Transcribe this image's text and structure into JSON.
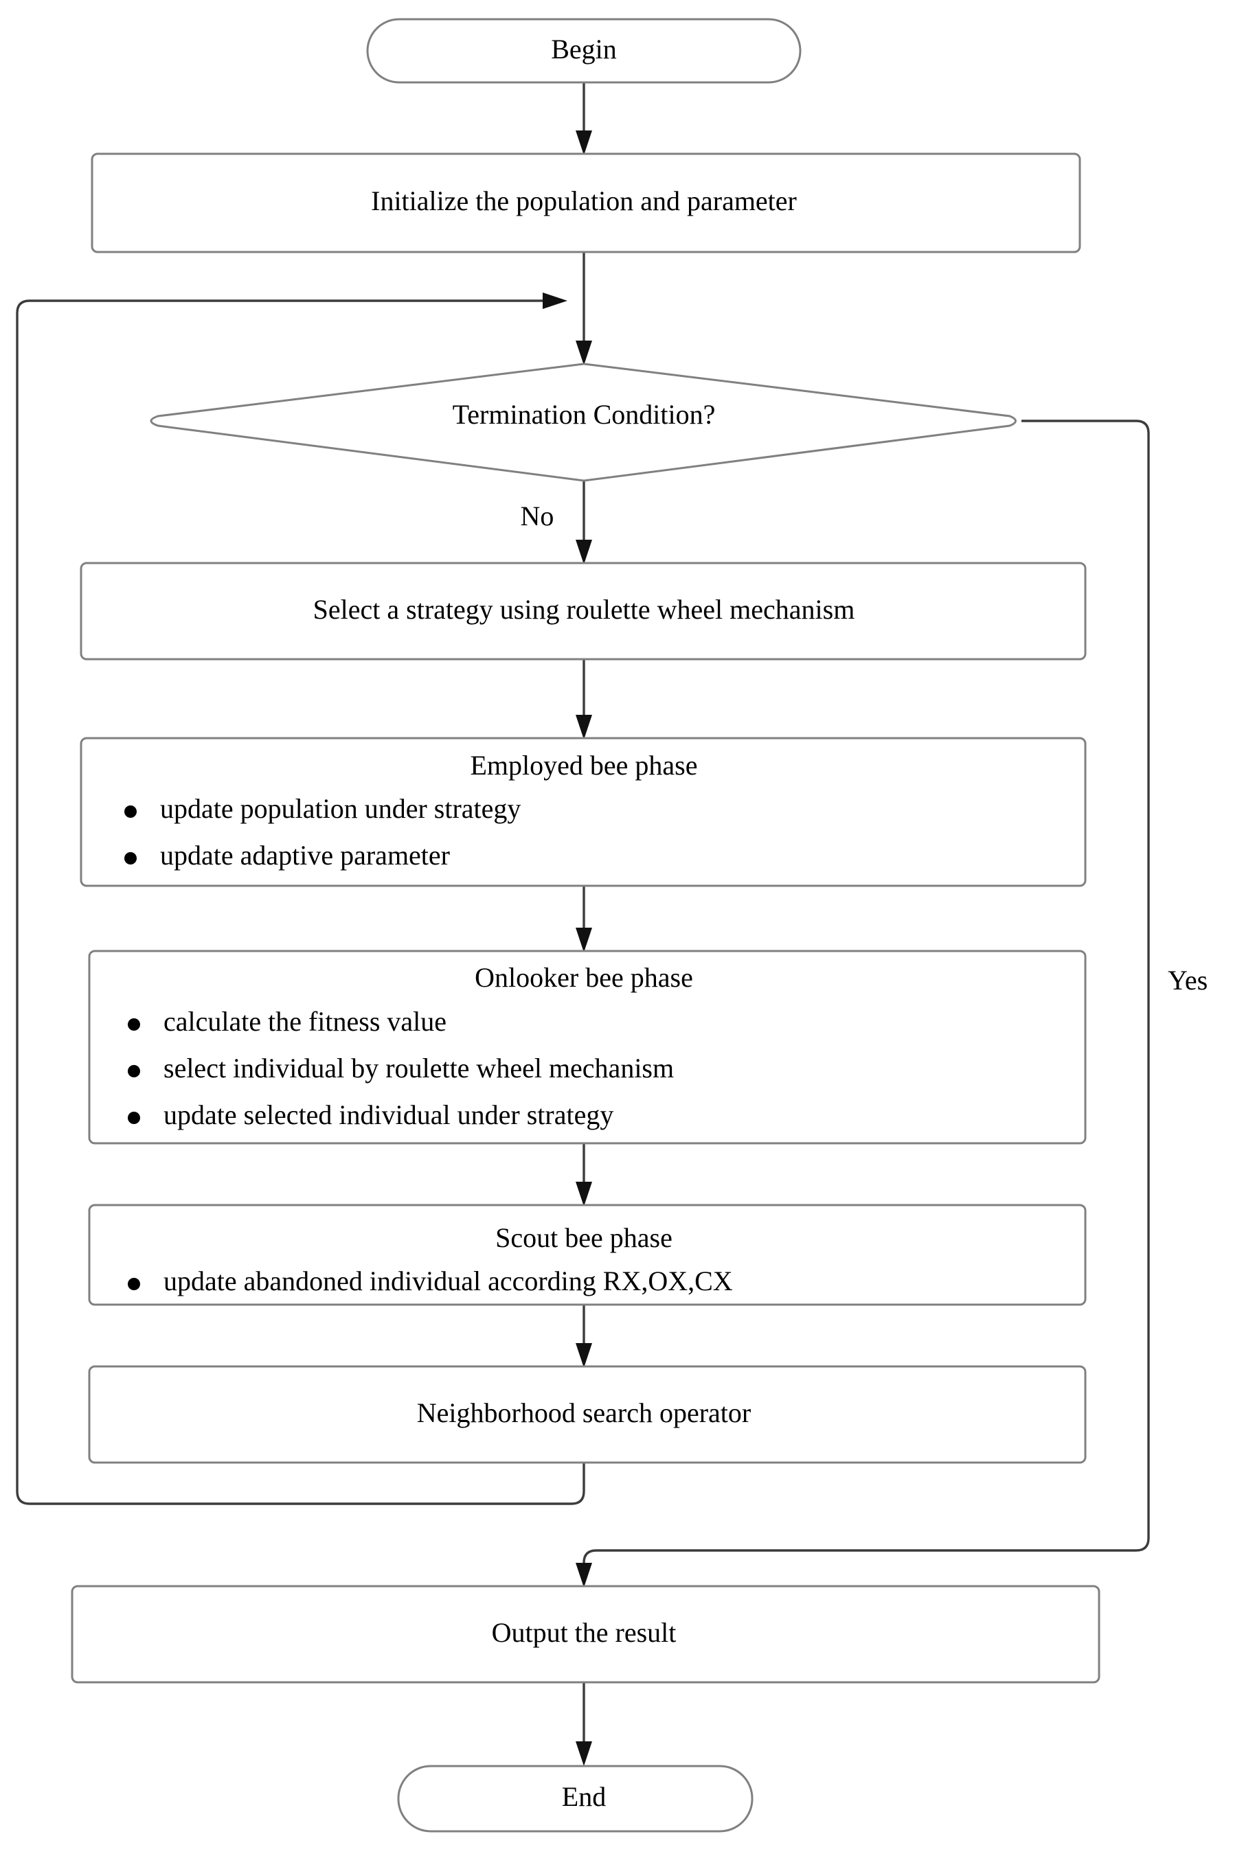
{
  "diagram": {
    "title": "Algorithm flowchart",
    "type": "flowchart",
    "colors": {
      "shape_stroke": "#808080",
      "connector_stroke": "#3c3c3c",
      "text": "#000000",
      "background": "#ffffff"
    }
  },
  "nodes": {
    "begin": {
      "label": "Begin",
      "shape": "terminator"
    },
    "initialize": {
      "label": "Initialize the population and parameter",
      "shape": "process"
    },
    "decision": {
      "label": "Termination Condition?",
      "shape": "decision"
    },
    "select_strategy": {
      "label": "Select a strategy using roulette wheel mechanism",
      "shape": "process"
    },
    "employed": {
      "shape": "process",
      "title": "Employed bee phase",
      "bullets": [
        "update population under strategy",
        "update adaptive parameter"
      ]
    },
    "onlooker": {
      "shape": "process",
      "title": "Onlooker bee phase",
      "bullets": [
        "calculate the fitness value",
        "select individual by roulette wheel mechanism",
        "update selected individual under strategy"
      ]
    },
    "scout": {
      "shape": "process",
      "title": "Scout bee phase",
      "bullets": [
        "update abandoned individual according RX,OX,CX"
      ]
    },
    "neighborhood": {
      "label": "Neighborhood search operator",
      "shape": "process"
    },
    "output": {
      "label": "Output the result",
      "shape": "process"
    },
    "end": {
      "label": "End",
      "shape": "terminator"
    }
  },
  "edge_labels": {
    "no": "No",
    "yes": "Yes"
  }
}
